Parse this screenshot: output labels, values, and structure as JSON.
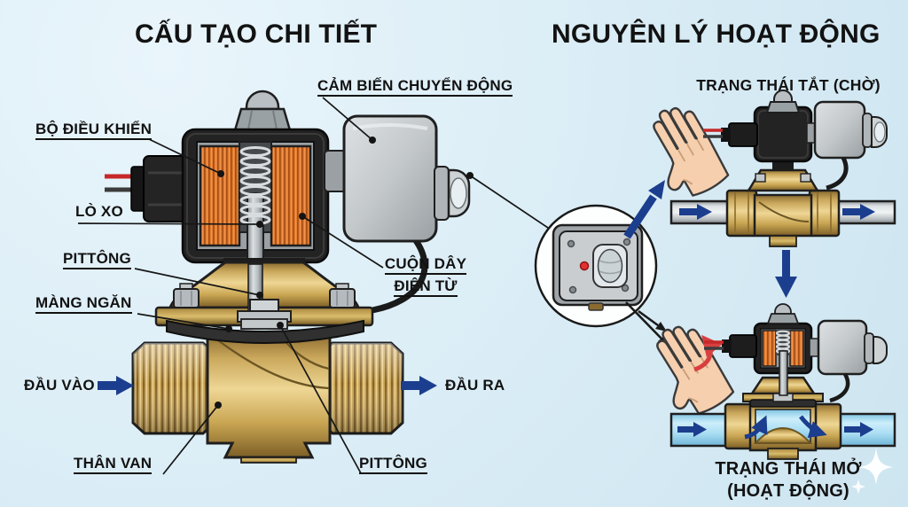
{
  "left_panel": {
    "title": "CẤU TẠO CHI TIẾT",
    "labels": {
      "motion_sensor": "CẢM BIẾN CHUYỂN ĐỘNG",
      "controller": "BỘ ĐIỀU KHIỂN",
      "spring": "LÒ XO",
      "piston_upper": "PITTÔNG",
      "diaphragm": "MÀNG NGĂN",
      "inlet": "ĐẦU VÀO",
      "outlet": "ĐẦU RA",
      "valve_body": "THÂN VAN",
      "piston_lower": "PITTÔNG",
      "coil_line1": "CUỘN DÂY",
      "coil_line2": "ĐIỆN TỪ"
    }
  },
  "right_panel": {
    "title": "NGUYÊN LÝ HOẠT ĐỘNG",
    "state_off_label": "TRẠNG THÁI TẮT (CHỜ)",
    "state_on_label_line1": "TRẠNG THÁI MỞ",
    "state_on_label_line2": "(HOẠT ĐỘNG)"
  },
  "icons": {
    "hand": "open-palm-hand",
    "motion_sensor": "pir-sensor-box",
    "sparkle": "four-point-star",
    "flow_arrow": "right-block-arrow",
    "state_transition_arrow": "down-block-arrow",
    "motion_arrow": "curved-red-arrow"
  },
  "colors": {
    "background": "#d9ecf5",
    "text": "#121212",
    "arrow_navy": "#1c3e8e",
    "brass": "#c9a653",
    "coil_orange": "#e07b2e",
    "housing_black": "#232323",
    "metal_gray": "#c3c8ca",
    "water_blue": "#a9ddf3",
    "wire_red": "#c62828",
    "motion_arrow_red": "#d84040",
    "inset_circle_bg": "#fdffff"
  }
}
